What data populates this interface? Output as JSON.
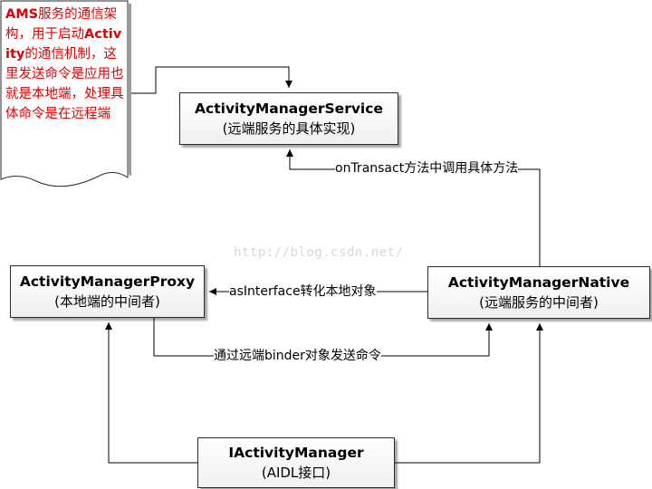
{
  "note": {
    "part1_bold": "AMS",
    "part2": "服务的通信架构，用于启动",
    "part3_bold": "Activity",
    "part4": "的通信机制，这里发送命令是应用也就是本地端，处理具体命令是在远程端"
  },
  "boxes": {
    "ams": {
      "title": "ActivityManagerService",
      "subtitle": "(远端服务的具体实现)"
    },
    "amp": {
      "title": "ActivityManagerProxy",
      "subtitle": "(本地端的中间者)"
    },
    "amn": {
      "title": "ActivityManagerNative",
      "subtitle": "(远端服务的中间者)"
    },
    "iam": {
      "title": "IActivityManager",
      "subtitle": "(AIDL接口)"
    }
  },
  "edges": {
    "ontransact": "onTransact方法中调用具体方法",
    "asinterface": "asInterface转化本地对象",
    "binder": "通过远端binder对象发送命令"
  },
  "watermark": "http://blog.csdn.net/",
  "colors": {
    "note_text": "#e00000",
    "line": "#000000",
    "box_border": "#2b2b2b"
  }
}
